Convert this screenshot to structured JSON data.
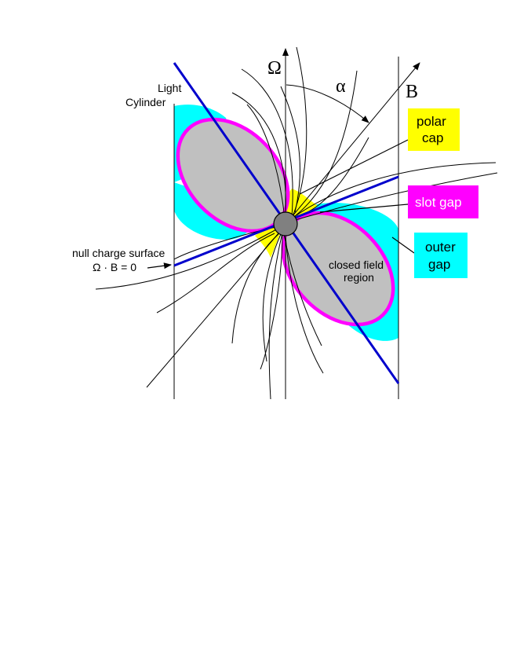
{
  "labels": {
    "omega": "Ω",
    "alpha": "α",
    "b_axis": "B",
    "light_cylinder_line1": "Light",
    "light_cylinder_line2": "Cylinder",
    "null_charge_line1": "null charge surface",
    "null_charge_line2": "Ω · B = 0",
    "closed_field_line1": "closed field",
    "closed_field_line2": "region"
  },
  "legend": {
    "polar_cap": {
      "line1": "polar",
      "line2": "cap"
    },
    "slot_gap": {
      "line1": "slot gap"
    },
    "outer_gap": {
      "line1": "outer",
      "line2": "gap"
    }
  },
  "colors": {
    "polar_cap": "#ffff00",
    "slot_gap": "#ff00ff",
    "outer_gap": "#00ffff",
    "closed_region": "#c0c0c0",
    "star": "#808080",
    "axis_lines": "#0000cc"
  }
}
